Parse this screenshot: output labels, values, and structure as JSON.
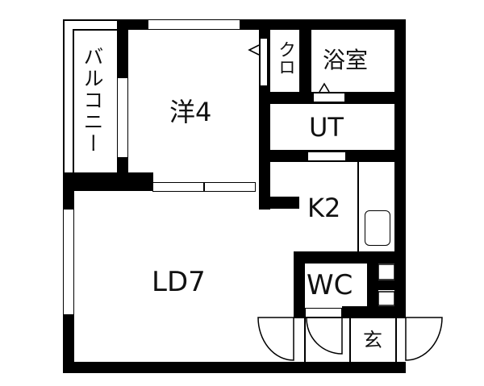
{
  "floor_plan": {
    "rooms": [
      {
        "id": "balcony",
        "label": "バルコニー"
      },
      {
        "id": "western",
        "label": "洋4"
      },
      {
        "id": "closet",
        "label": "クロ"
      },
      {
        "id": "bath",
        "label": "浴室"
      },
      {
        "id": "utility",
        "label": "UT"
      },
      {
        "id": "kitchen",
        "label": "K2"
      },
      {
        "id": "living_dining",
        "label": "LD7"
      },
      {
        "id": "toilet",
        "label": "WC"
      },
      {
        "id": "entrance",
        "label": "玄"
      }
    ],
    "colors": {
      "wall": "#000000",
      "background": "#ffffff"
    }
  }
}
